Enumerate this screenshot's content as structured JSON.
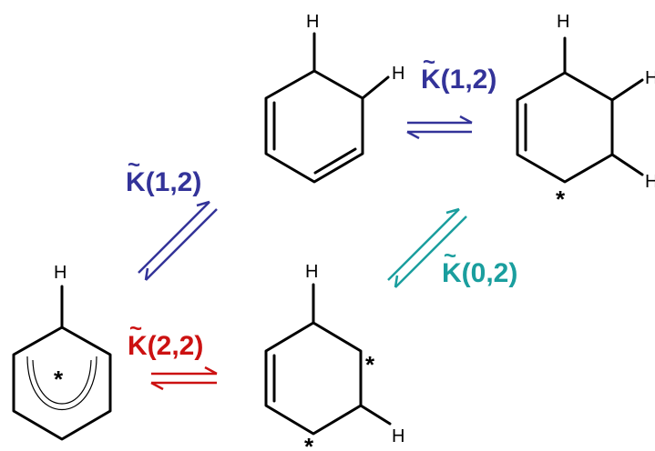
{
  "atoms": {
    "h": "H",
    "star": "*"
  },
  "equilibria": {
    "top_right": {
      "label": "K(1,2)",
      "color": "#333399"
    },
    "upper_left": {
      "label": "K(1,2)",
      "color": "#333399"
    },
    "right_diag": {
      "label": "K(0,2)",
      "color": "#1a9e9e"
    },
    "bottom": {
      "label": "K(2,2)",
      "color": "#cc1111"
    }
  },
  "accent": {
    "tilde": "~"
  }
}
